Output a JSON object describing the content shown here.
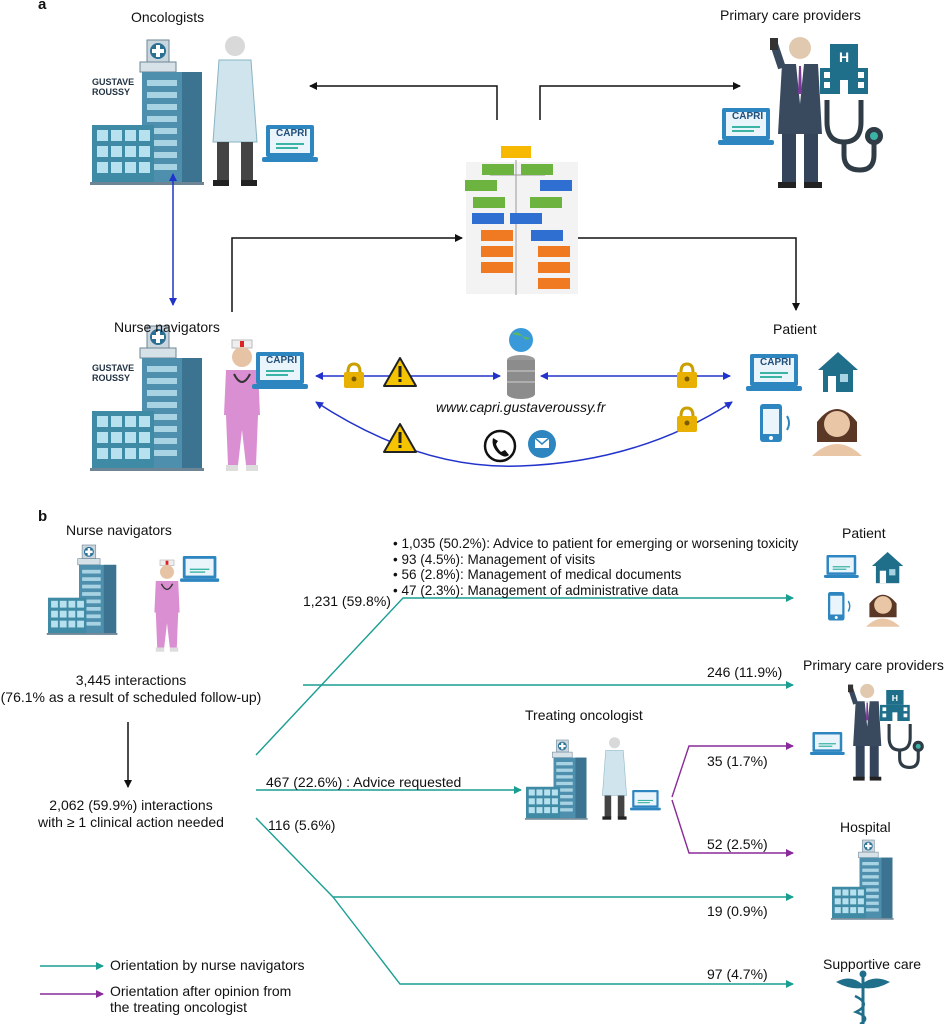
{
  "panel_a": {
    "letter": "a",
    "oncologists": "Oncologists",
    "primary_care": "Primary care providers",
    "nurse_navigators": "Nurse navigators",
    "patient": "Patient",
    "website": "www.capri.gustaveroussy.fr",
    "laptop_label": "CAPRI",
    "hospital_name": "GUSTAVE ROUSSY"
  },
  "panel_b": {
    "letter": "b",
    "nurse_navigators": "Nurse navigators",
    "interactions_line1": "3,445 interactions",
    "interactions_line2": "(76.1% as a result of scheduled follow-up)",
    "clinical_line1": "2,062 (59.9%) interactions",
    "clinical_line2": "with ≥ 1 clinical action needed",
    "bullets": [
      "• 1,035 (50.2%): Advice to patient for emerging or worsening toxicity",
      "• 93 (4.5%): Management of visits",
      "• 56 (2.8%): Management of medical documents",
      "• 47 (2.3%): Management of administrative data"
    ],
    "flow_patient": "1,231 (59.8%)",
    "flow_primary": "246 (11.9%)",
    "flow_advice": "467 (22.6%) : Advice requested",
    "flow_116": "116 (5.6%)",
    "flow_onc_primary": "35 (1.7%)",
    "flow_onc_hospital": "52 (2.5%)",
    "flow_hospital": "19 (0.9%)",
    "flow_supportive": "97 (4.7%)",
    "dest_patient": "Patient",
    "dest_primary": "Primary care providers",
    "treating_oncologist": "Treating oncologist",
    "dest_hospital": "Hospital",
    "dest_supportive": "Supportive care",
    "legend_teal": "Orientation by nurse navigators",
    "legend_purple_1": "Orientation after opinion from",
    "legend_purple_2": "the treating oncologist"
  },
  "colors": {
    "teal": "#1a9e92",
    "purple": "#8a2a9a",
    "blue_arrow": "#2233cc",
    "black_arrow": "#111111"
  }
}
